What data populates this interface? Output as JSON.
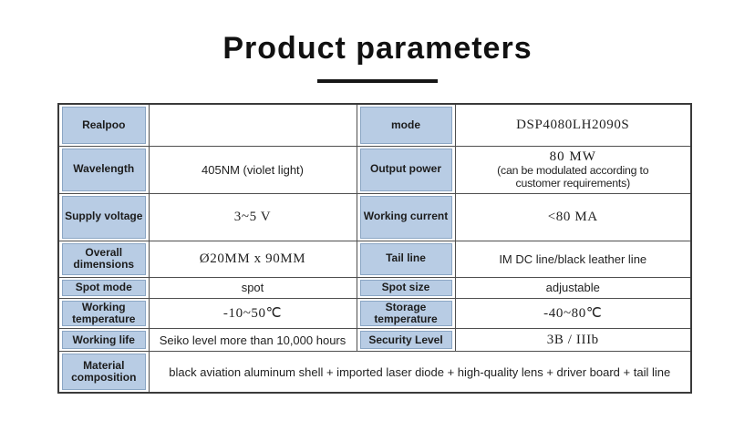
{
  "page": {
    "title": "Product parameters"
  },
  "colors": {
    "header_cell_bg": "#b8cce4",
    "header_cell_border": "#8ba6c4",
    "grid_line": "#4f4f4f",
    "title_text": "#111111"
  },
  "table": {
    "rows": [
      {
        "c0": "Realpoo",
        "c1": "",
        "c2": "mode",
        "c3": "DSP4080LH2090S"
      },
      {
        "c0": "Wavelength",
        "c1": "405NM (violet light)",
        "c2": "Output power",
        "c3": "80 MW",
        "c3_note": "(can be modulated according to customer requirements)"
      },
      {
        "c0": "Supply voltage",
        "c1": "3~5 V",
        "c2": "Working current",
        "c3": "<80 MA"
      },
      {
        "c0": "Overall dimensions",
        "c1": "Ø20MM x 90MM",
        "c2": "Tail line",
        "c3": "IM DC line/black leather line"
      },
      {
        "c0": "Spot mode",
        "c1": "spot",
        "c2": "Spot size",
        "c3": "adjustable"
      },
      {
        "c0": "Working temperature",
        "c1": "-10~50℃",
        "c2": "Storage temperature",
        "c3": "-40~80℃"
      },
      {
        "c0": "Working life",
        "c1": "Seiko level more than 10,000 hours",
        "c2": "Security Level",
        "c3": "3B / IIIb"
      },
      {
        "c0": "Material composition",
        "c1": "black aviation aluminum shell + imported laser diode + high-quality lens + driver board + tail line"
      }
    ]
  }
}
